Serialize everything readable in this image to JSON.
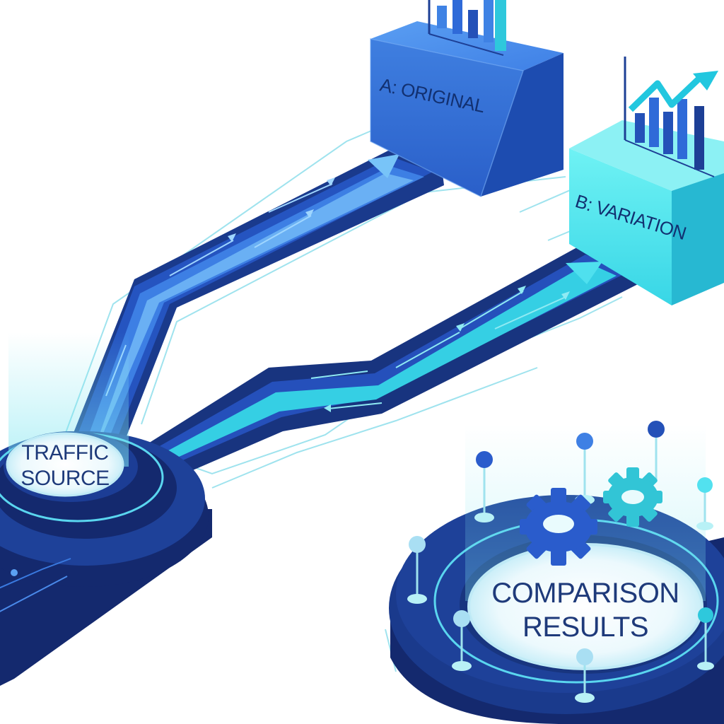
{
  "nodes": {
    "source": {
      "line1": "TRAFFIC",
      "line2": "SOURCE"
    },
    "variant_a": {
      "label": "A: ORIGINAL"
    },
    "variant_b": {
      "label": "B: VARIATION"
    },
    "results": {
      "line1": "COMPARISON",
      "line2": "RESULTS"
    }
  },
  "colors": {
    "navy": "#1d3f95",
    "deep_navy": "#14296e",
    "royal_blue": "#2b63d3",
    "light_blue": "#5aaef0",
    "cyan": "#33d6e6",
    "aqua_box": "#3de0ec",
    "text_dark": "#1e3a7a"
  },
  "icons": {
    "chart_a": "bar-chart-icon",
    "chart_b": "trend-chart-icon",
    "gears": "gears-icon"
  }
}
